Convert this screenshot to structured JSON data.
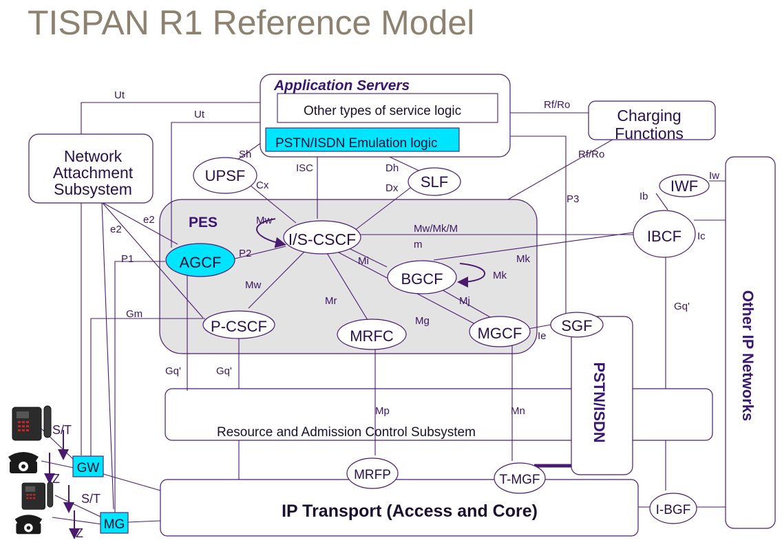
{
  "title": "TISPAN R1 Reference Model",
  "colors": {
    "line": "#4a1a6e",
    "node_text": "#2a0f4a",
    "highlight": "#00e5ff",
    "pes_fill": "#e3e3e3",
    "title": "#8d8170",
    "label": "#3c1560"
  },
  "icons": {
    "phones": [
      "desk-phone-icon",
      "rotary-phone-icon",
      "desk-phone-icon",
      "rotary-phone-icon"
    ]
  },
  "boxes": {
    "app_servers": "Application Servers",
    "other_logic": "Other types of service logic",
    "pstn_emu": "PSTN/ISDN Emulation logic",
    "charging_1": "Charging",
    "charging_2": "Functions",
    "nass_1": "Network",
    "nass_2": "Attachment",
    "nass_3": "Subsystem",
    "pes": "PES",
    "racs": "Resource and Admission Control Subsystem",
    "ip_transport": "IP Transport (Access and Core)",
    "pstn_isdn": "PSTN/ISDN",
    "other_ip": "Other IP Networks",
    "gw": "GW",
    "mg": "MG"
  },
  "nodes": {
    "upsf": "UPSF",
    "slf": "SLF",
    "iwf": "IWF",
    "ibcf": "IBCF",
    "iscscf": "I/S-CSCF",
    "agcf": "AGCF",
    "bgcf": "BGCF",
    "pcscf": "P-CSCF",
    "mrfc": "MRFC",
    "mgcf": "MGCF",
    "sgf": "SGF",
    "mrfp": "MRFP",
    "tmgf": "T-MGF",
    "ibgf": "I-BGF"
  },
  "refpoints": {
    "ut1": "Ut",
    "ut2": "Ut",
    "sh": "Sh",
    "isc": "ISC",
    "dh": "Dh",
    "dx": "Dx",
    "cx": "Cx",
    "rfro1": "Rf/Ro",
    "rfro2": "Rf/Ro",
    "p3": "P3",
    "iw": "Iw",
    "ib": "Ib",
    "ic": "Ic",
    "e2a": "e2",
    "e2b": "e2",
    "mw1": "Mw",
    "mwmkm_1": "Mw/Mk/M",
    "mwmkm_2": "m",
    "p2": "P2",
    "p1": "P1",
    "mi": "Mi",
    "mk1": "Mk",
    "mk2": "Mk",
    "mw2": "Mw",
    "mr": "Mr",
    "mj": "Mj",
    "mg": "Mg",
    "gm": "Gm",
    "ie": "Ie",
    "gq1": "Gq'",
    "gq2": "Gq'",
    "gq3": "Gq'",
    "mp": "Mp",
    "mn": "Mn",
    "st1": "S/T",
    "z1": "Z",
    "st2": "S/T",
    "z2": "Z"
  }
}
